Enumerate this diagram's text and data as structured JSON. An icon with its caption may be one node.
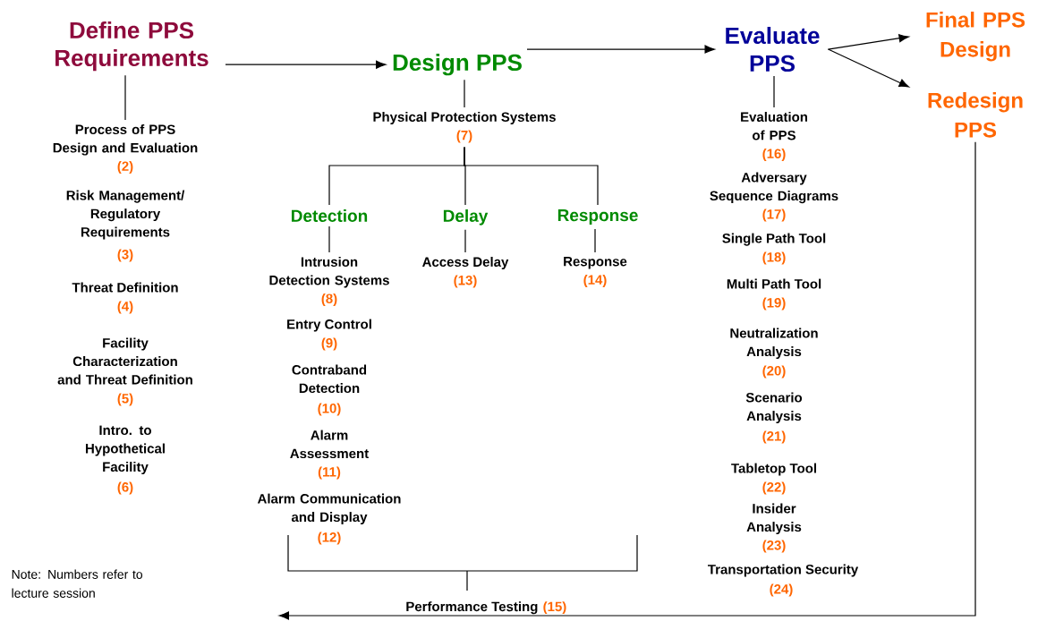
{
  "diagram": {
    "nodes": [
      {
        "text": [
          "Define PPS Requirements"
        ]
      },
      {
        "text": [
          "Design PPS"
        ]
      },
      {
        "text": [
          "Evaluate PPS"
        ]
      },
      {
        "text": [
          "Final PPS Design"
        ]
      },
      {
        "text": [
          "Redesign PPS"
        ]
      },
      {
        "text": [
          "Process of PPS Design and Evaluation",
          "(2)"
        ]
      },
      {
        "text": [
          "Physical Protection Systems",
          "(7)"
        ]
      },
      {
        "text": [
          "Evaluation of PPS",
          "(16)"
        ]
      },
      {
        "text": [
          "Detection"
        ]
      },
      {
        "text": [
          "Delay"
        ]
      },
      {
        "text": [
          "Response"
        ]
      },
      {
        "text": [
          "Intrusion Detection Systems",
          "(8)"
        ]
      },
      {
        "text": [
          "Access Delay",
          "(13)"
        ]
      },
      {
        "text": [
          "Response",
          "(14)"
        ]
      }
    ],
    "edges": [
      {
        "from": 0,
        "to": 1,
        "arrow": "to"
      },
      {
        "from": 1,
        "to": 2,
        "arrow": "to"
      },
      {
        "from": 2,
        "to": 3,
        "arrow": "to"
      },
      {
        "from": 2,
        "to": 4,
        "arrow": "to"
      },
      {
        "from": 0,
        "to": 5,
        "arrow": "none"
      },
      {
        "from": 1,
        "to": 6,
        "arrow": "none"
      },
      {
        "from": 2,
        "to": 7,
        "arrow": "none"
      },
      {
        "from": 6,
        "to": 8,
        "arrow": "none"
      },
      {
        "from": 6,
        "to": 9,
        "arrow": "none"
      },
      {
        "from": 6,
        "to": 10,
        "arrow": "none"
      },
      {
        "from": 8,
        "to": 11,
        "arrow": "none"
      },
      {
        "from": 9,
        "to": 12,
        "arrow": "none"
      },
      {
        "from": 10,
        "to": 13,
        "arrow": "none"
      },
      {
        "from": 4,
        "to": null,
        "arrow": "to"
      }
    ],
    "labels": [
      "Risk Management/ Regulatory Requirements",
      "(3)",
      "Threat Definition",
      "(4)",
      "Facility Characterization and Threat Definition",
      "(5)",
      "Intro. to Hypothetical Facility",
      "(6)",
      "Entry Control",
      "(9)",
      "Contraband Detection",
      "(10)",
      "Alarm Assessment",
      "(11)",
      "Alarm Communication and Display",
      "(12)",
      "Adversary Sequence Diagrams",
      "(17)",
      "Single Path Tool",
      "(18)",
      "Multi Path Tool",
      "(19)",
      "Neutralization Analysis",
      "(20)",
      "Scenario Analysis",
      "(21)",
      "Tabletop Tool",
      "(22)",
      "Insider Analysis",
      "(23)",
      "Transportation Security",
      "(24)",
      "Note: Numbers refer to lecture session",
      "Performance Testing",
      "(15)"
    ]
  }
}
